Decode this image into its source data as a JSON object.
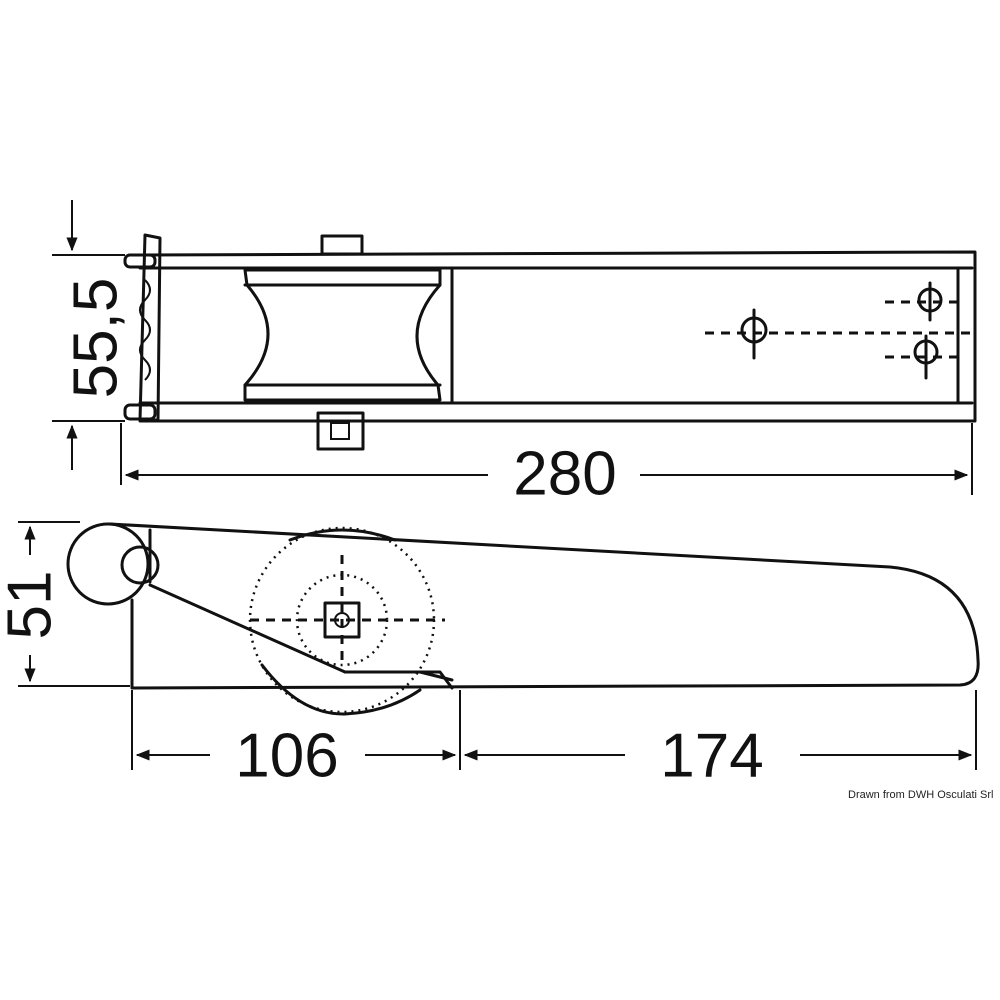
{
  "dimensions": {
    "top_height": "55,5",
    "top_length": "280",
    "side_height": "51",
    "side_left_length": "106",
    "side_right_length": "174"
  },
  "credit": "Drawn from DWH Osculati Srl"
}
